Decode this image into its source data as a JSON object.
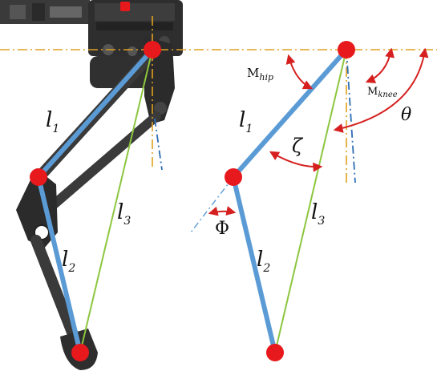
{
  "colors": {
    "link": "#5b9bd5",
    "chord": "#8cc63f",
    "joint": "#e8191c",
    "angle_arc": "#d62020",
    "ref_line": "#e0a020",
    "axis": "#2f6db5",
    "robot_dark": "#2b2b2b",
    "robot_mid": "#4a4a4a"
  },
  "photo_labels": {
    "l1": {
      "main": "l",
      "sub": "1"
    },
    "l2": {
      "main": "l",
      "sub": "2"
    },
    "l3": {
      "main": "l",
      "sub": "3"
    }
  },
  "schematic_labels": {
    "l1": {
      "main": "l",
      "sub": "1"
    },
    "l2": {
      "main": "l",
      "sub": "2"
    },
    "l3": {
      "main": "l",
      "sub": "3"
    },
    "m_hip": {
      "main": "M",
      "sub": "hip"
    },
    "m_knee": {
      "main": "M",
      "sub": "knee"
    },
    "zeta": "ζ",
    "theta": "θ",
    "phi": "Φ"
  }
}
